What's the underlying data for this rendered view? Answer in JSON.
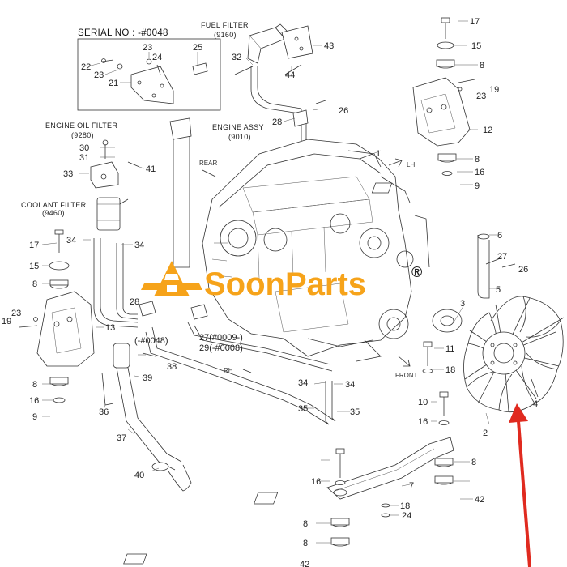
{
  "headers": {
    "serial": "SERIAL NO : -#0048",
    "fuel_filter": "FUEL FILTER",
    "fuel_filter_code": "(9160)",
    "engine_oil_filter": "ENGINE OIL FILTER",
    "engine_oil_filter_code": "(9280)",
    "engine_assy": "ENGINE ASSY",
    "engine_assy_code": "(9010)",
    "coolant_filter": "COOLANT FILTER",
    "coolant_filter_code": "(9460)"
  },
  "directions": {
    "rear": "REAR",
    "lh": "LH",
    "rh": "RH",
    "front": "FRONT"
  },
  "notes": {
    "n48": "(-#0048)",
    "n27": "27(#0009-)",
    "n29": "29(-#0008)"
  },
  "watermark": {
    "brand": "SoonParts",
    "registered": "®"
  },
  "parts": {
    "p1": "1",
    "p2": "2",
    "p3": "3",
    "p4": "4",
    "p5": "5",
    "p6": "6",
    "p7": "7",
    "p8a": "8",
    "p8b": "8",
    "p8c": "8",
    "p8d": "8",
    "p8e": "8",
    "p8f": "8",
    "p8g": "8",
    "p9a": "9",
    "p9b": "9",
    "p10": "10",
    "p11": "11",
    "p12": "12",
    "p13": "13",
    "p15a": "15",
    "p15b": "15",
    "p16a": "16",
    "p16b": "16",
    "p16c": "16",
    "p16d": "16",
    "p17a": "17",
    "p17b": "17",
    "p18a": "18",
    "p18b": "18",
    "p19a": "19",
    "p19b": "19",
    "p21": "21",
    "p22": "22",
    "p23a": "23",
    "p23b": "23",
    "p23c": "23",
    "p23d": "23",
    "p24a": "24",
    "p24b": "24",
    "p25": "25",
    "p26a": "26",
    "p26b": "26",
    "p27": "27",
    "p28a": "28",
    "p28b": "28",
    "p30": "30",
    "p31": "31",
    "p32": "32",
    "p33": "33",
    "p34a": "34",
    "p34b": "34",
    "p34c": "34",
    "p34d": "34",
    "p35a": "35",
    "p35b": "35",
    "p36": "36",
    "p37": "37",
    "p38": "38",
    "p39": "39",
    "p40": "40",
    "p41": "41",
    "p42a": "42",
    "p42b": "42",
    "p43": "43",
    "p44": "44"
  },
  "colors": {
    "brand_orange": "#f6a31a",
    "arrow_red": "#e02a1f",
    "line": "#333333"
  }
}
